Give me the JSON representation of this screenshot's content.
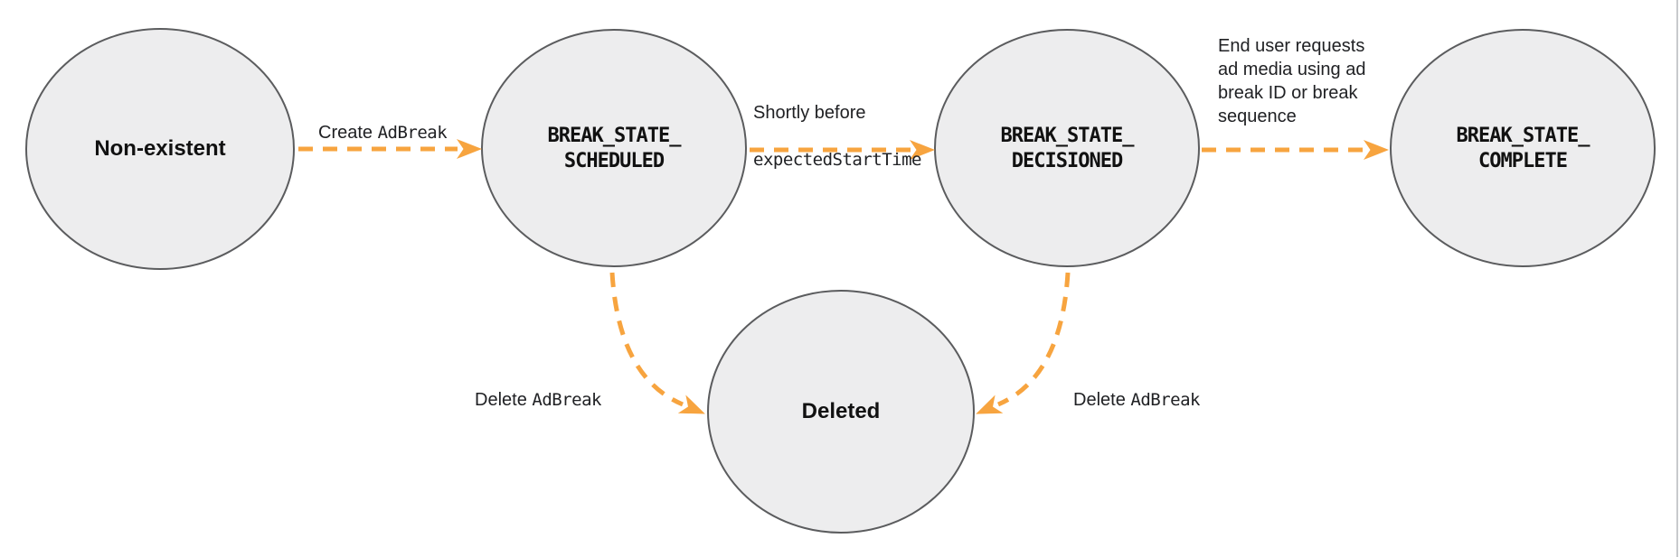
{
  "states": {
    "non_existent": {
      "label": "Non-existent"
    },
    "scheduled": {
      "label": "BREAK_STATE_\nSCHEDULED"
    },
    "decisioned": {
      "label": "BREAK_STATE_\nDECISIONED"
    },
    "complete": {
      "label": "BREAK_STATE_\nCOMPLETE"
    },
    "deleted": {
      "label": "Deleted"
    }
  },
  "transitions": {
    "create": {
      "text": "Create ",
      "code": "AdBreak"
    },
    "shortly": {
      "text": "Shortly before",
      "code": "expectedStartTime"
    },
    "end_user": {
      "text": "End user requests\nad media using ad\nbreak ID or break\nsequence"
    },
    "delete_left": {
      "text": "Delete ",
      "code": "AdBreak"
    },
    "delete_right": {
      "text": "Delete ",
      "code": "AdBreak"
    }
  },
  "colors": {
    "arrow": "#F7A43F",
    "node_fill": "#EDEDEE",
    "node_stroke": "#5B5C5E",
    "text": "#202124",
    "page_border": "#C8CACD"
  }
}
